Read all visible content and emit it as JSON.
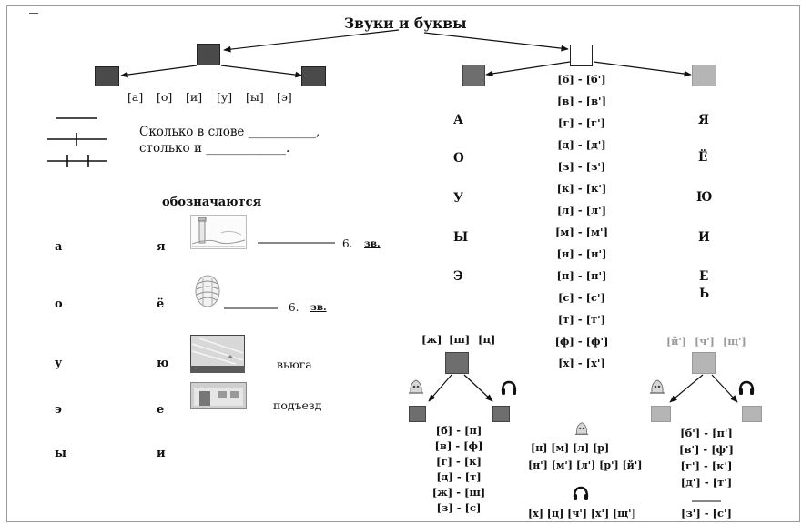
{
  "title": "Звуки и буквы",
  "vowel_sounds": [
    "[а]",
    "[о]",
    "[и]",
    "[у]",
    "[ы]",
    "[э]"
  ],
  "rule": {
    "line1": "Сколько в слове ___________,",
    "line2": "столько и _____________."
  },
  "denote_label": "обозначаются",
  "left_vowels": [
    "а",
    "о",
    "у",
    "э",
    "ы"
  ],
  "iotated_vowels": [
    "я",
    "ё",
    "ю",
    "е",
    "и"
  ],
  "word_items": [
    {
      "answer": "6.",
      "abbr": "зв."
    },
    {
      "answer": "6.",
      "abbr": "зв."
    },
    {
      "word": "вьюга"
    },
    {
      "word": "подъезд"
    }
  ],
  "hard_letters": [
    "А",
    "О",
    "У",
    "Ы",
    "Э"
  ],
  "soft_letters": [
    "Я",
    "Ё",
    "Ю",
    "И",
    "Е",
    "Ь"
  ],
  "consonant_pairs": [
    "[б] - [б']",
    "[в] - [в']",
    "[г] - [г']",
    "[д] - [д']",
    "[з] - [з']",
    "[к] - [к']",
    "[л] - [л']",
    "[м] - [м']",
    "[н] - [н']",
    "[п] - [п']",
    "[с] - [с']",
    "[т] - [т']",
    "[ф] - [ф']",
    "[х] - [х']"
  ],
  "always_hard": [
    "[ж]",
    "[ш]",
    "[ц]"
  ],
  "always_soft": [
    "[й']",
    "[ч']",
    "[щ']"
  ],
  "voiced_voiceless_hard": [
    "[б] - [п]",
    "[в] - [ф]",
    "[г] - [к]",
    "[д] - [т]",
    "[ж] - [ш]",
    "[з] - [с]"
  ],
  "sonorants": {
    "row1": "[н] [м] [л] [р]",
    "row2": "[н'] [м'] [л'] [р'] [й']"
  },
  "voiceless_unpaired": "[х] [ц] [ч'] [х'] [щ']",
  "voiced_voiceless_soft": [
    "[б'] - [п']",
    "[в'] - [ф']",
    "[г'] - [к']",
    "[д'] - [т']",
    "[з'] - [с']"
  ],
  "colors": {
    "dark": "#4a4a4a",
    "mid": "#6e6e6e",
    "light": "#b5b5b5"
  }
}
